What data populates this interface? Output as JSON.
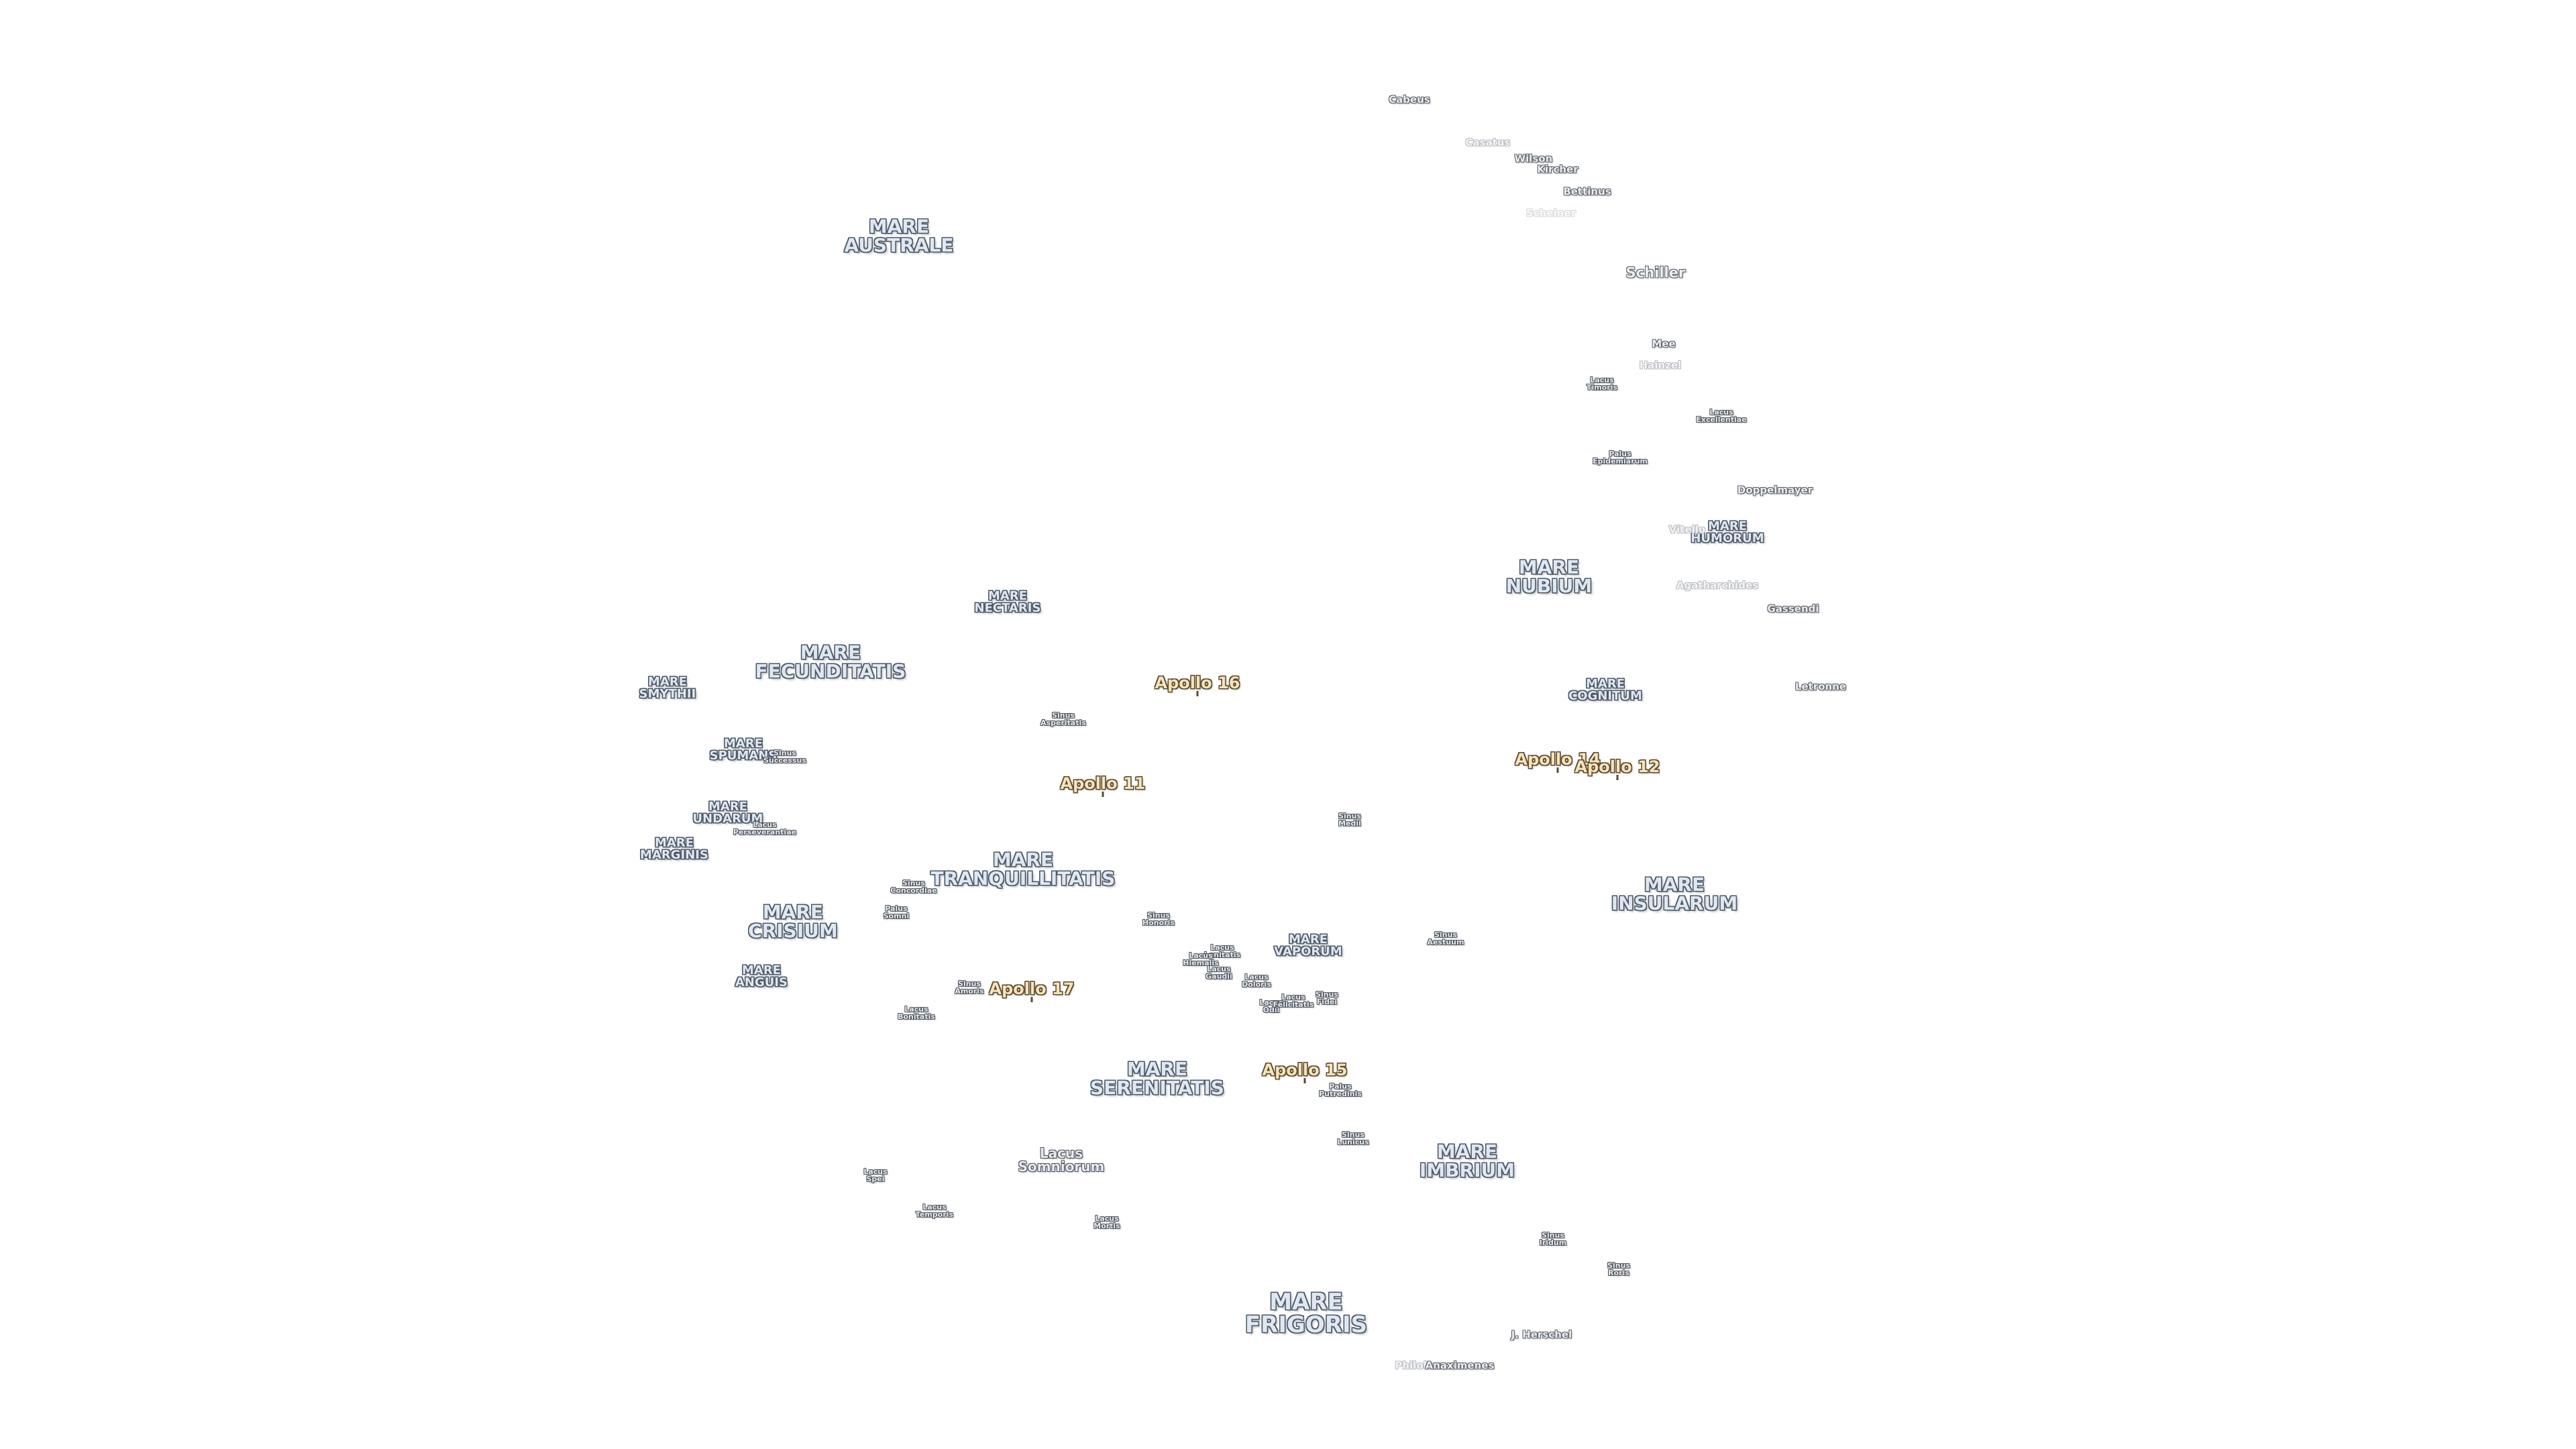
{
  "map": {
    "labels": [
      {
        "kind": "mare",
        "size": "m1",
        "text": "MARE\nAUSTRALE",
        "name": "mare-australe-label"
      },
      {
        "kind": "mare",
        "size": "m3",
        "text": "MARE\nNECTARIS",
        "name": "mare-nectaris-label"
      },
      {
        "kind": "mare",
        "size": "m1",
        "text": "MARE\nFECUNDITATIS",
        "name": "mare-fecunditatis-label"
      },
      {
        "kind": "mare",
        "size": "m3",
        "text": "MARE\nSMYTHII",
        "name": "mare-smythii-label"
      },
      {
        "kind": "mare",
        "size": "m3",
        "text": "MARE\nSPUMANS",
        "name": "mare-spumans-label"
      },
      {
        "kind": "small",
        "size": "s1",
        "text": "Sinus\nSuccessus",
        "name": "sinus-successus-label"
      },
      {
        "kind": "mare",
        "size": "m3",
        "text": "MARE\nUNDARUM",
        "name": "mare-undarum-label"
      },
      {
        "kind": "small",
        "size": "s1",
        "text": "Lacus\nPerseverantiae",
        "name": "lacus-perseverantiae-label"
      },
      {
        "kind": "mare",
        "size": "m3",
        "text": "MARE\nMARGINIS",
        "name": "mare-marginis-label"
      },
      {
        "kind": "mare",
        "size": "m1",
        "text": "MARE\nCRISIUM",
        "name": "mare-crisium-label"
      },
      {
        "kind": "mare",
        "size": "m3",
        "text": "MARE\nANGUIS",
        "name": "mare-anguis-label"
      },
      {
        "kind": "small",
        "size": "s1",
        "text": "Sinus\nAsperitatis",
        "name": "sinus-asperitatis-label"
      },
      {
        "kind": "mare",
        "size": "m1",
        "text": "MARE\nTRANQUILLITATIS",
        "name": "mare-tranquillitatis-label"
      },
      {
        "kind": "small",
        "size": "s1",
        "text": "Sinus\nConcordiae",
        "name": "sinus-concordiae-label"
      },
      {
        "kind": "small",
        "size": "s1",
        "text": "Palus\nSomni",
        "name": "palus-somni-label"
      },
      {
        "kind": "small",
        "size": "s1",
        "text": "Sinus\nAmoris",
        "name": "sinus-amoris-label"
      },
      {
        "kind": "small",
        "size": "s1",
        "text": "Lacus\nBonitatis",
        "name": "lacus-bonitatis-label"
      },
      {
        "kind": "mare",
        "size": "m1",
        "text": "MARE\nSERENITATIS",
        "name": "mare-serenitatis-label"
      },
      {
        "kind": "small",
        "size": "s2",
        "text": "Lacus\nSomniorum",
        "name": "lacus-somniorum-label"
      },
      {
        "kind": "small",
        "size": "s1",
        "text": "Lacus\nSpei",
        "name": "lacus-spei-label"
      },
      {
        "kind": "small",
        "size": "s1",
        "text": "Lacus\nTemporis",
        "name": "lacus-temporis-label"
      },
      {
        "kind": "small",
        "size": "s1",
        "text": "Lacus\nMortis",
        "name": "lacus-mortis-label"
      },
      {
        "kind": "mare",
        "size": "m2",
        "text": "MARE\nFRIGORIS",
        "name": "mare-frigoris-label"
      },
      {
        "kind": "small",
        "size": "s1",
        "text": "Sinus\nHonoris",
        "name": "sinus-honoris-label"
      },
      {
        "kind": "small",
        "size": "s1",
        "text": "Lacus\nLenitatis",
        "name": "lacus-lenitatis-label"
      },
      {
        "kind": "small",
        "size": "s1",
        "text": "Lacus\nHiemalis",
        "name": "lacus-hiemalis-label"
      },
      {
        "kind": "small",
        "size": "s1",
        "text": "Lacus\nGaudii",
        "name": "lacus-gaudii-label"
      },
      {
        "kind": "small",
        "size": "s1",
        "text": "Lacus\nDoloris",
        "name": "lacus-doloris-label"
      },
      {
        "kind": "mare",
        "size": "m3",
        "text": "MARE\nVAPORUM",
        "name": "mare-vaporum-label"
      },
      {
        "kind": "small",
        "size": "s1",
        "text": "Lacus\nOdii",
        "name": "lacus-odii-label"
      },
      {
        "kind": "small",
        "size": "s1",
        "text": "Lacus\nFelicitatis",
        "name": "lacus-felicitatis-label"
      },
      {
        "kind": "small",
        "size": "s1",
        "text": "Sinus\nFidei",
        "name": "sinus-fidei-label"
      },
      {
        "kind": "small",
        "size": "s1",
        "text": "Sinus\nMedii",
        "name": "sinus-medii-label"
      },
      {
        "kind": "small",
        "size": "s1",
        "text": "Sinus\nAestuum",
        "name": "sinus-aestuum-label"
      },
      {
        "kind": "small",
        "size": "s1",
        "text": "Palus\nPutredinis",
        "name": "palus-putredinis-label"
      },
      {
        "kind": "small",
        "size": "s1",
        "text": "Sinus\nLunicus",
        "name": "sinus-lunicus-label"
      },
      {
        "kind": "mare",
        "size": "m1",
        "text": "MARE\nIMBRIUM",
        "name": "mare-imbrium-label"
      },
      {
        "kind": "small",
        "size": "s1",
        "text": "Sinus\nIridum",
        "name": "sinus-iridum-label"
      },
      {
        "kind": "small",
        "size": "s1",
        "text": "Sinus\nRoris",
        "name": "sinus-roris-label"
      },
      {
        "kind": "crater",
        "size": "normal",
        "text": "J. Herschel",
        "name": "crater-j-herschel-label"
      },
      {
        "kind": "crater",
        "size": "faint",
        "text": "Philolaus",
        "name": "crater-philolaus-label"
      },
      {
        "kind": "crater",
        "size": "normal",
        "text": "Anaximenes",
        "name": "crater-anaximenes-label"
      },
      {
        "kind": "mare",
        "size": "m1",
        "text": "MARE\nINSULARUM",
        "name": "mare-insularum-label"
      },
      {
        "kind": "mare",
        "size": "m3",
        "text": "MARE\nCOGNITUM",
        "name": "mare-cognitum-label"
      },
      {
        "kind": "mare",
        "size": "m1",
        "text": "MARE\nNUBIUM",
        "name": "mare-nubium-label"
      },
      {
        "kind": "mare",
        "size": "m3",
        "text": "MARE\nHUMORUM",
        "name": "mare-humorum-label"
      },
      {
        "kind": "small",
        "size": "s1",
        "text": "Palus\nEpidemiarum",
        "name": "palus-epidemiarum-label"
      },
      {
        "kind": "small",
        "size": "s1",
        "text": "Lacus\nTimoris",
        "name": "lacus-timoris-label"
      },
      {
        "kind": "small",
        "size": "s1",
        "text": "Lacus\nExcellentiae",
        "name": "lacus-excellentiae-label"
      },
      {
        "kind": "crater",
        "size": "normal",
        "text": "Doppelmayer",
        "name": "crater-doppelmayer-label"
      },
      {
        "kind": "crater",
        "size": "faint",
        "text": "Vitello",
        "name": "crater-vitello-label"
      },
      {
        "kind": "crater",
        "size": "faint",
        "text": "Agatharchides",
        "name": "crater-agatharchides-label"
      },
      {
        "kind": "crater",
        "size": "normal",
        "text": "Gassendi",
        "name": "crater-gassendi-label"
      },
      {
        "kind": "crater",
        "size": "normal",
        "text": "Letronne",
        "name": "crater-letronne-label"
      },
      {
        "kind": "crater",
        "size": "big",
        "text": "Schiller",
        "name": "crater-schiller-label"
      },
      {
        "kind": "crater",
        "size": "normal",
        "text": "Mee",
        "name": "crater-mee-label"
      },
      {
        "kind": "crater",
        "size": "faint",
        "text": "Hainzel",
        "name": "crater-hainzel-label"
      },
      {
        "kind": "crater",
        "size": "normal",
        "text": "Cabeus",
        "name": "crater-cabeus-label"
      },
      {
        "kind": "crater",
        "size": "faint",
        "text": "Casatus",
        "name": "crater-casatus-label"
      },
      {
        "kind": "crater",
        "size": "normal",
        "text": "Wilson",
        "name": "crater-wilson-label"
      },
      {
        "kind": "crater",
        "size": "normal",
        "text": "Kircher",
        "name": "crater-kircher-label"
      },
      {
        "kind": "crater",
        "size": "normal",
        "text": "Bettinus",
        "name": "crater-bettinus-label"
      },
      {
        "kind": "crater",
        "size": "vfaint",
        "text": "Scheiner",
        "name": "crater-scheiner-label"
      },
      {
        "kind": "apollo",
        "size": "normal",
        "text": "Apollo 16",
        "name": "apollo-16-label"
      },
      {
        "kind": "apollo",
        "size": "normal",
        "text": "Apollo 11",
        "name": "apollo-11-label"
      },
      {
        "kind": "apollo",
        "size": "normal",
        "text": "Apollo 17",
        "name": "apollo-17-label"
      },
      {
        "kind": "apollo",
        "size": "normal",
        "text": "Apollo 15",
        "name": "apollo-15-label"
      },
      {
        "kind": "apollo",
        "size": "normal",
        "text": "Apollo 14",
        "name": "apollo-14-label"
      },
      {
        "kind": "apollo",
        "size": "normal",
        "text": "Apollo 12",
        "name": "apollo-12-label"
      }
    ],
    "colors": {
      "background": "#ffffff",
      "mare_fill": "#dfe7f2",
      "apollo_fill": "#f8e3b8"
    }
  }
}
